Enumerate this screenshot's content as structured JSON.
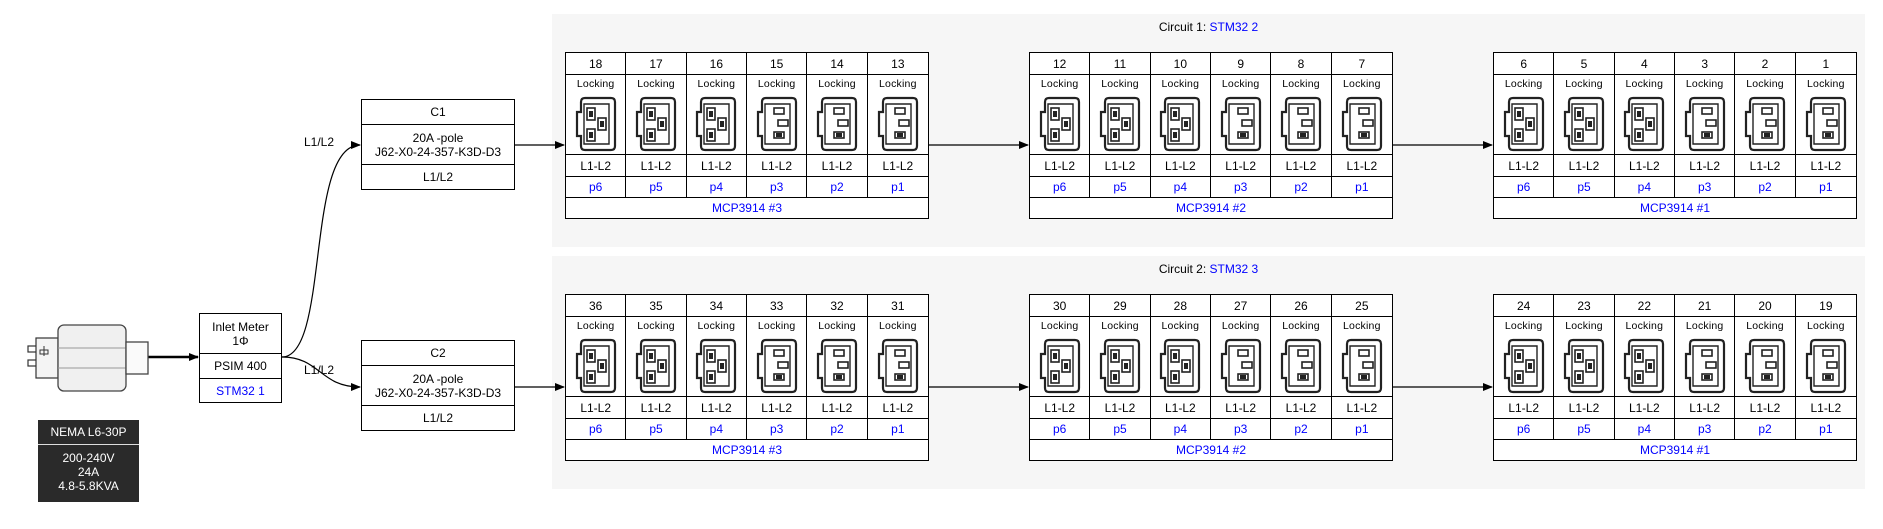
{
  "plug": {
    "name": "NEMA L6-30P",
    "specs": [
      "200-240V",
      "24A",
      "4.8-5.8KVA"
    ]
  },
  "meter": {
    "title": "Inlet Meter",
    "phase": "1Φ",
    "model": "PSIM 400",
    "controller": "STM32 1"
  },
  "breakers": [
    {
      "name": "C1",
      "rating": "20A -pole",
      "part": "J62-X0-24-357-K3D-D3",
      "phase": "L1/L2",
      "edge_label": "L1/L2"
    },
    {
      "name": "C2",
      "rating": "20A -pole",
      "part": "J62-X0-24-357-K3D-D3",
      "phase": "L1/L2",
      "edge_label": "L1/L2"
    }
  ],
  "circuits": [
    {
      "label_prefix": "Circuit 1: ",
      "controller": "STM32 2",
      "banks": [
        {
          "outlets": [
            "18",
            "17",
            "16",
            "15",
            "14",
            "13"
          ],
          "chip": "MCP3914 #3"
        },
        {
          "outlets": [
            "12",
            "11",
            "10",
            "9",
            "8",
            "7"
          ],
          "chip": "MCP3914 #2"
        },
        {
          "outlets": [
            "6",
            "5",
            "4",
            "3",
            "2",
            "1"
          ],
          "chip": "MCP3914 #1"
        }
      ]
    },
    {
      "label_prefix": "Circuit 2: ",
      "controller": "STM32 3",
      "banks": [
        {
          "outlets": [
            "36",
            "35",
            "34",
            "33",
            "32",
            "31"
          ],
          "chip": "MCP3914 #3"
        },
        {
          "outlets": [
            "30",
            "29",
            "28",
            "27",
            "26",
            "25"
          ],
          "chip": "MCP3914 #2"
        },
        {
          "outlets": [
            "24",
            "23",
            "22",
            "21",
            "20",
            "19"
          ],
          "chip": "MCP3914 #1"
        }
      ]
    }
  ],
  "outlet_common": {
    "type": "Locking",
    "voltage": "L1-L2",
    "ports": [
      "p6",
      "p5",
      "p4",
      "p3",
      "p2",
      "p1"
    ],
    "icons": [
      "c19-icon",
      "c19-icon",
      "c19-icon",
      "c13-icon",
      "c13-icon",
      "c13-icon"
    ]
  },
  "colors": {
    "link": "#0000ff",
    "cluster_bg": "#f6f6f6",
    "nema_bg": "#2a2a2a"
  }
}
